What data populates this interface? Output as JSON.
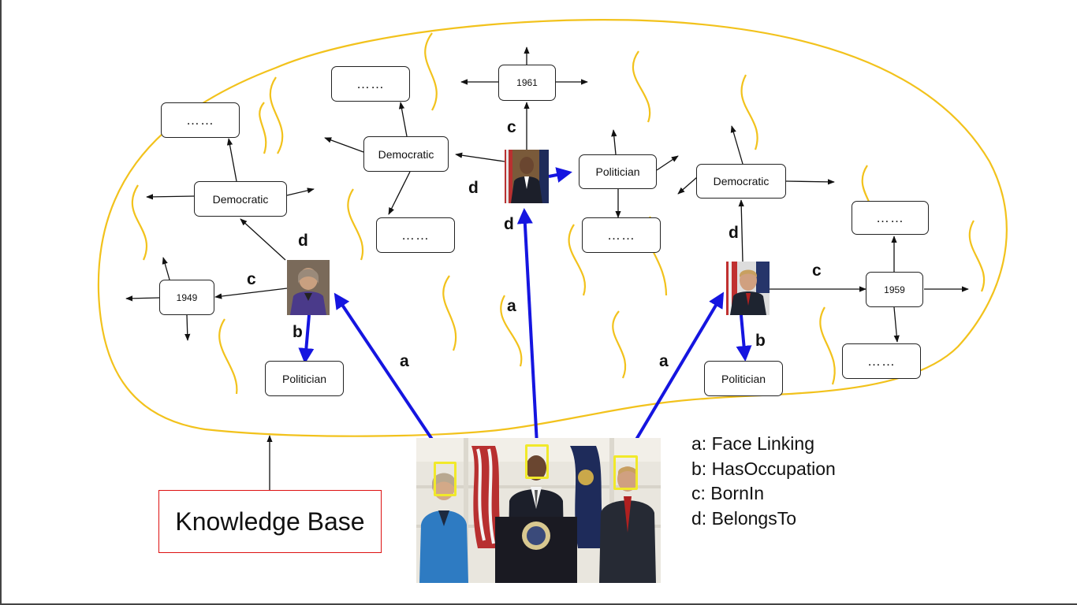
{
  "knowledge_base": {
    "label": "Knowledge Base"
  },
  "nodes": {
    "n_1961": "1961",
    "n_dots_top": "……",
    "n_dem_mid": "Democratic",
    "n_pol_mid": "Politician",
    "n_dots_mid_low": "……",
    "n_dots_mid_right": "……",
    "n_dots_left": "……",
    "n_dem_left": "Democratic",
    "n_1949": "1949",
    "n_pol_left": "Politician",
    "n_dem_right": "Democratic",
    "n_dots_right_top": "……",
    "n_1959": "1959",
    "n_dots_right_low": "……",
    "n_pol_right": "Politician"
  },
  "edge_labels": {
    "c_mid": "c",
    "d_mid_left": "d",
    "d_mid_low": "d",
    "a_mid": "a",
    "d_left": "d",
    "c_left": "c",
    "b_left": "b",
    "a_left": "a",
    "d_right": "d",
    "c_right": "c",
    "b_right": "b",
    "a_right": "a"
  },
  "legend": [
    "a: Face Linking",
    "b: HasOccupation",
    "c: BornIn",
    "d: BelongsTo"
  ],
  "colors": {
    "blob": "#f2c21c",
    "squiggle": "#f2c21c",
    "link_arrow": "#1515e0",
    "edge": "#111111",
    "face_box": "#f1e92a",
    "kb_border": "#dd1111"
  }
}
